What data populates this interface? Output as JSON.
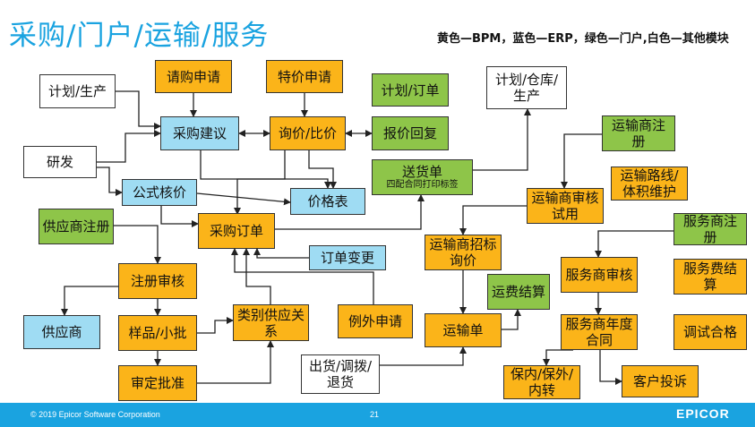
{
  "title": "采购/门户/运输/服务",
  "legend": "黄色—BPM，蓝色—ERP，绿色—门户,白色—其他模块",
  "colors": {
    "yellow": "#fbb419",
    "blue": "#9fdcf3",
    "green": "#8ec549",
    "white": "#ffffff",
    "brand": "#1aa3e0"
  },
  "nodes": {
    "plan_production": "计划/生产",
    "purchase_request": "请购申请",
    "special_price_request": "特价申请",
    "plan_order": "计划/订单",
    "plan_warehouse_production": "计划/仓库/生产",
    "purchase_suggestion": "采购建议",
    "inquiry_compare": "询价/比价",
    "quote_reply": "报价回复",
    "carrier_register": "运输商注册",
    "rd": "研发",
    "formula_pricing": "公式核价",
    "price_list": "价格表",
    "delivery_note": "送货单",
    "delivery_note_sub": "四配合同打印标签",
    "route_volume": "运输路线/体积维护",
    "supplier_register": "供应商注册",
    "purchase_order": "采购订单",
    "carrier_review": "运输商审核试用",
    "service_register": "服务商注册",
    "order_change": "订单变更",
    "carrier_bidding": "运输商招标询价",
    "register_review": "注册审核",
    "freight_settlement": "运费结算",
    "service_review": "服务商审核",
    "service_fee_settlement": "服务费结算",
    "supplier": "供应商",
    "sample_small_batch": "样品/小批",
    "category_supplier": "类别供应关系",
    "exception_request": "例外申请",
    "waybill": "运输单",
    "service_annual_contract": "服务商年度合同",
    "debug_qualified": "调试合格",
    "outbound_transfer_return": "出货/调拨/退货",
    "warranty": "保内/保外/内转",
    "audit_approve": "审定批准",
    "customer_complaint": "客户投诉"
  },
  "footer": {
    "copyright": "© 2019 Epicor Software Corporation",
    "page": "21",
    "logo": "EPICOR"
  }
}
